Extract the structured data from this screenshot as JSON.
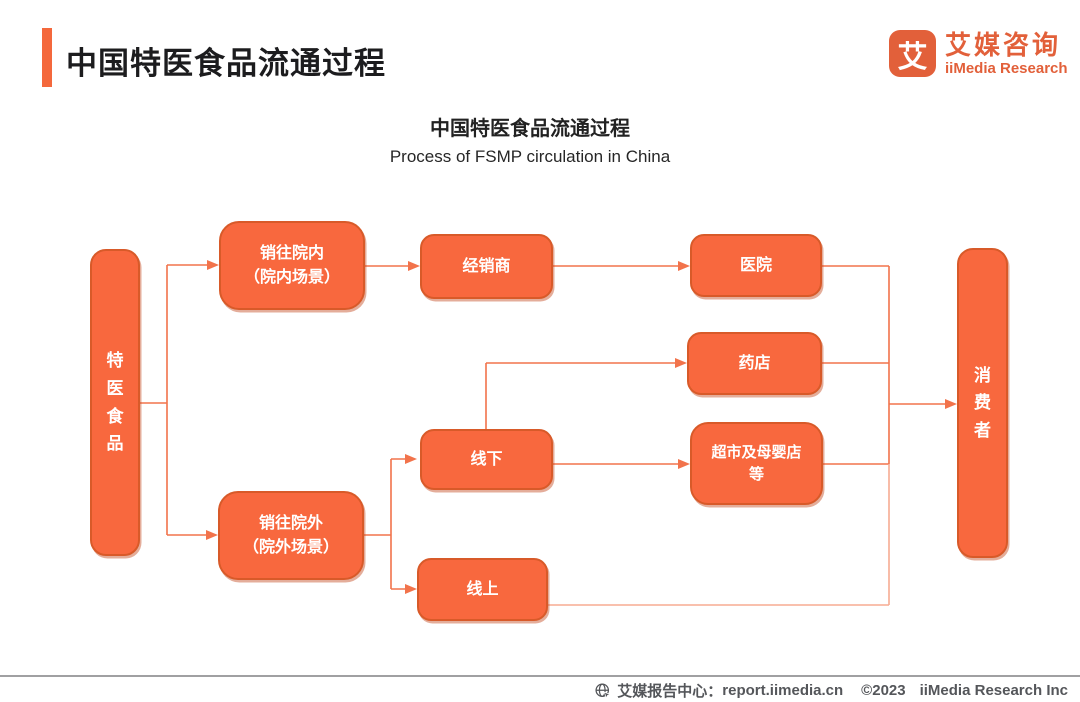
{
  "header": {
    "title": "中国特医食品流通过程",
    "logo": {
      "symbol": "艾",
      "name_cn": "艾媒咨询",
      "name_en": "iiMedia Research"
    }
  },
  "chart": {
    "title_cn": "中国特医食品流通过程",
    "subtitle_en": "Process of FSMP circulation in China"
  },
  "diagram": {
    "nodes": {
      "source": {
        "label": "特医食品"
      },
      "sell_in_hospital": {
        "line1": "销往院内",
        "line2": "（院内场景）"
      },
      "distributor": {
        "label": "经销商"
      },
      "hospital": {
        "label": "医院"
      },
      "pharmacy": {
        "label": "药店"
      },
      "supermarket": {
        "line1": "超市及母婴店",
        "line2": "等"
      },
      "offline": {
        "label": "线下"
      },
      "sell_out_hospital": {
        "line1": "销往院外",
        "line2": "（院外场景）"
      },
      "online": {
        "label": "线上"
      },
      "consumer": {
        "label": "消费者"
      }
    }
  },
  "footer": {
    "center_label": "艾媒报告中心：",
    "url": "report.iimedia.cn",
    "copyright": "©2023",
    "company": "iiMedia Research Inc"
  },
  "colors": {
    "accent": "#F4683C",
    "brand": "#E2603A",
    "node_fill": "#F8683E",
    "node_border": "#D85A29",
    "connector": "#F2734B",
    "connector_light": "#F7AC92"
  }
}
